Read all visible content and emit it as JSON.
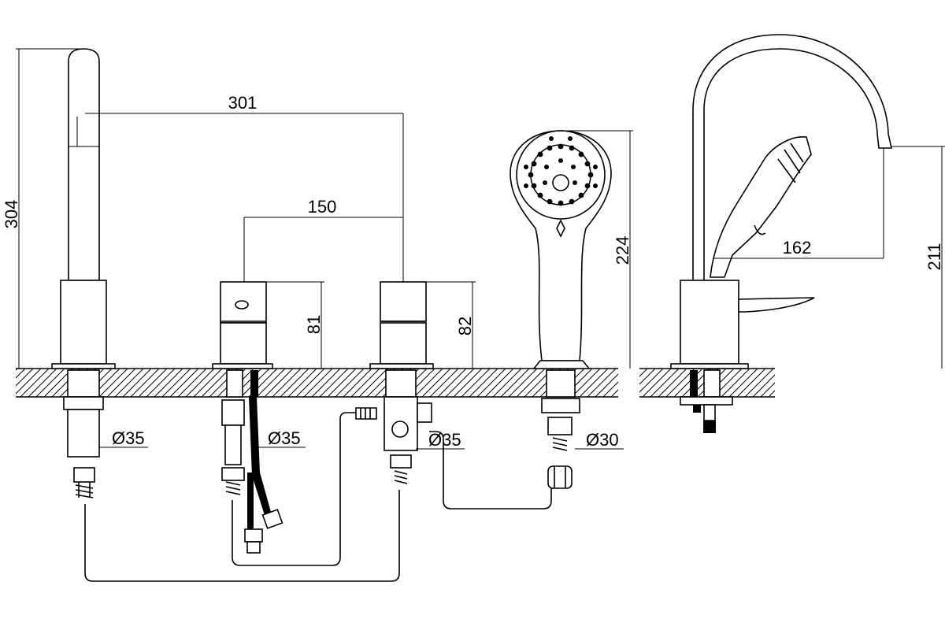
{
  "dimensions": {
    "spout_height": "304",
    "spout_to_valve_distance": "301",
    "valve_spacing": "150",
    "left_valve_height": "81",
    "right_valve_height": "82",
    "hand_shower_length": "224",
    "diverter_spout_reach": "162",
    "diverter_spout_height": "211",
    "spout_hole_diameter": "Ø35",
    "left_valve_hole_diameter": "Ø35",
    "right_valve_hole_diameter": "Ø35",
    "hand_shower_hole_diameter": "Ø30"
  },
  "colors": {
    "line": "#000000",
    "background": "#ffffff"
  }
}
